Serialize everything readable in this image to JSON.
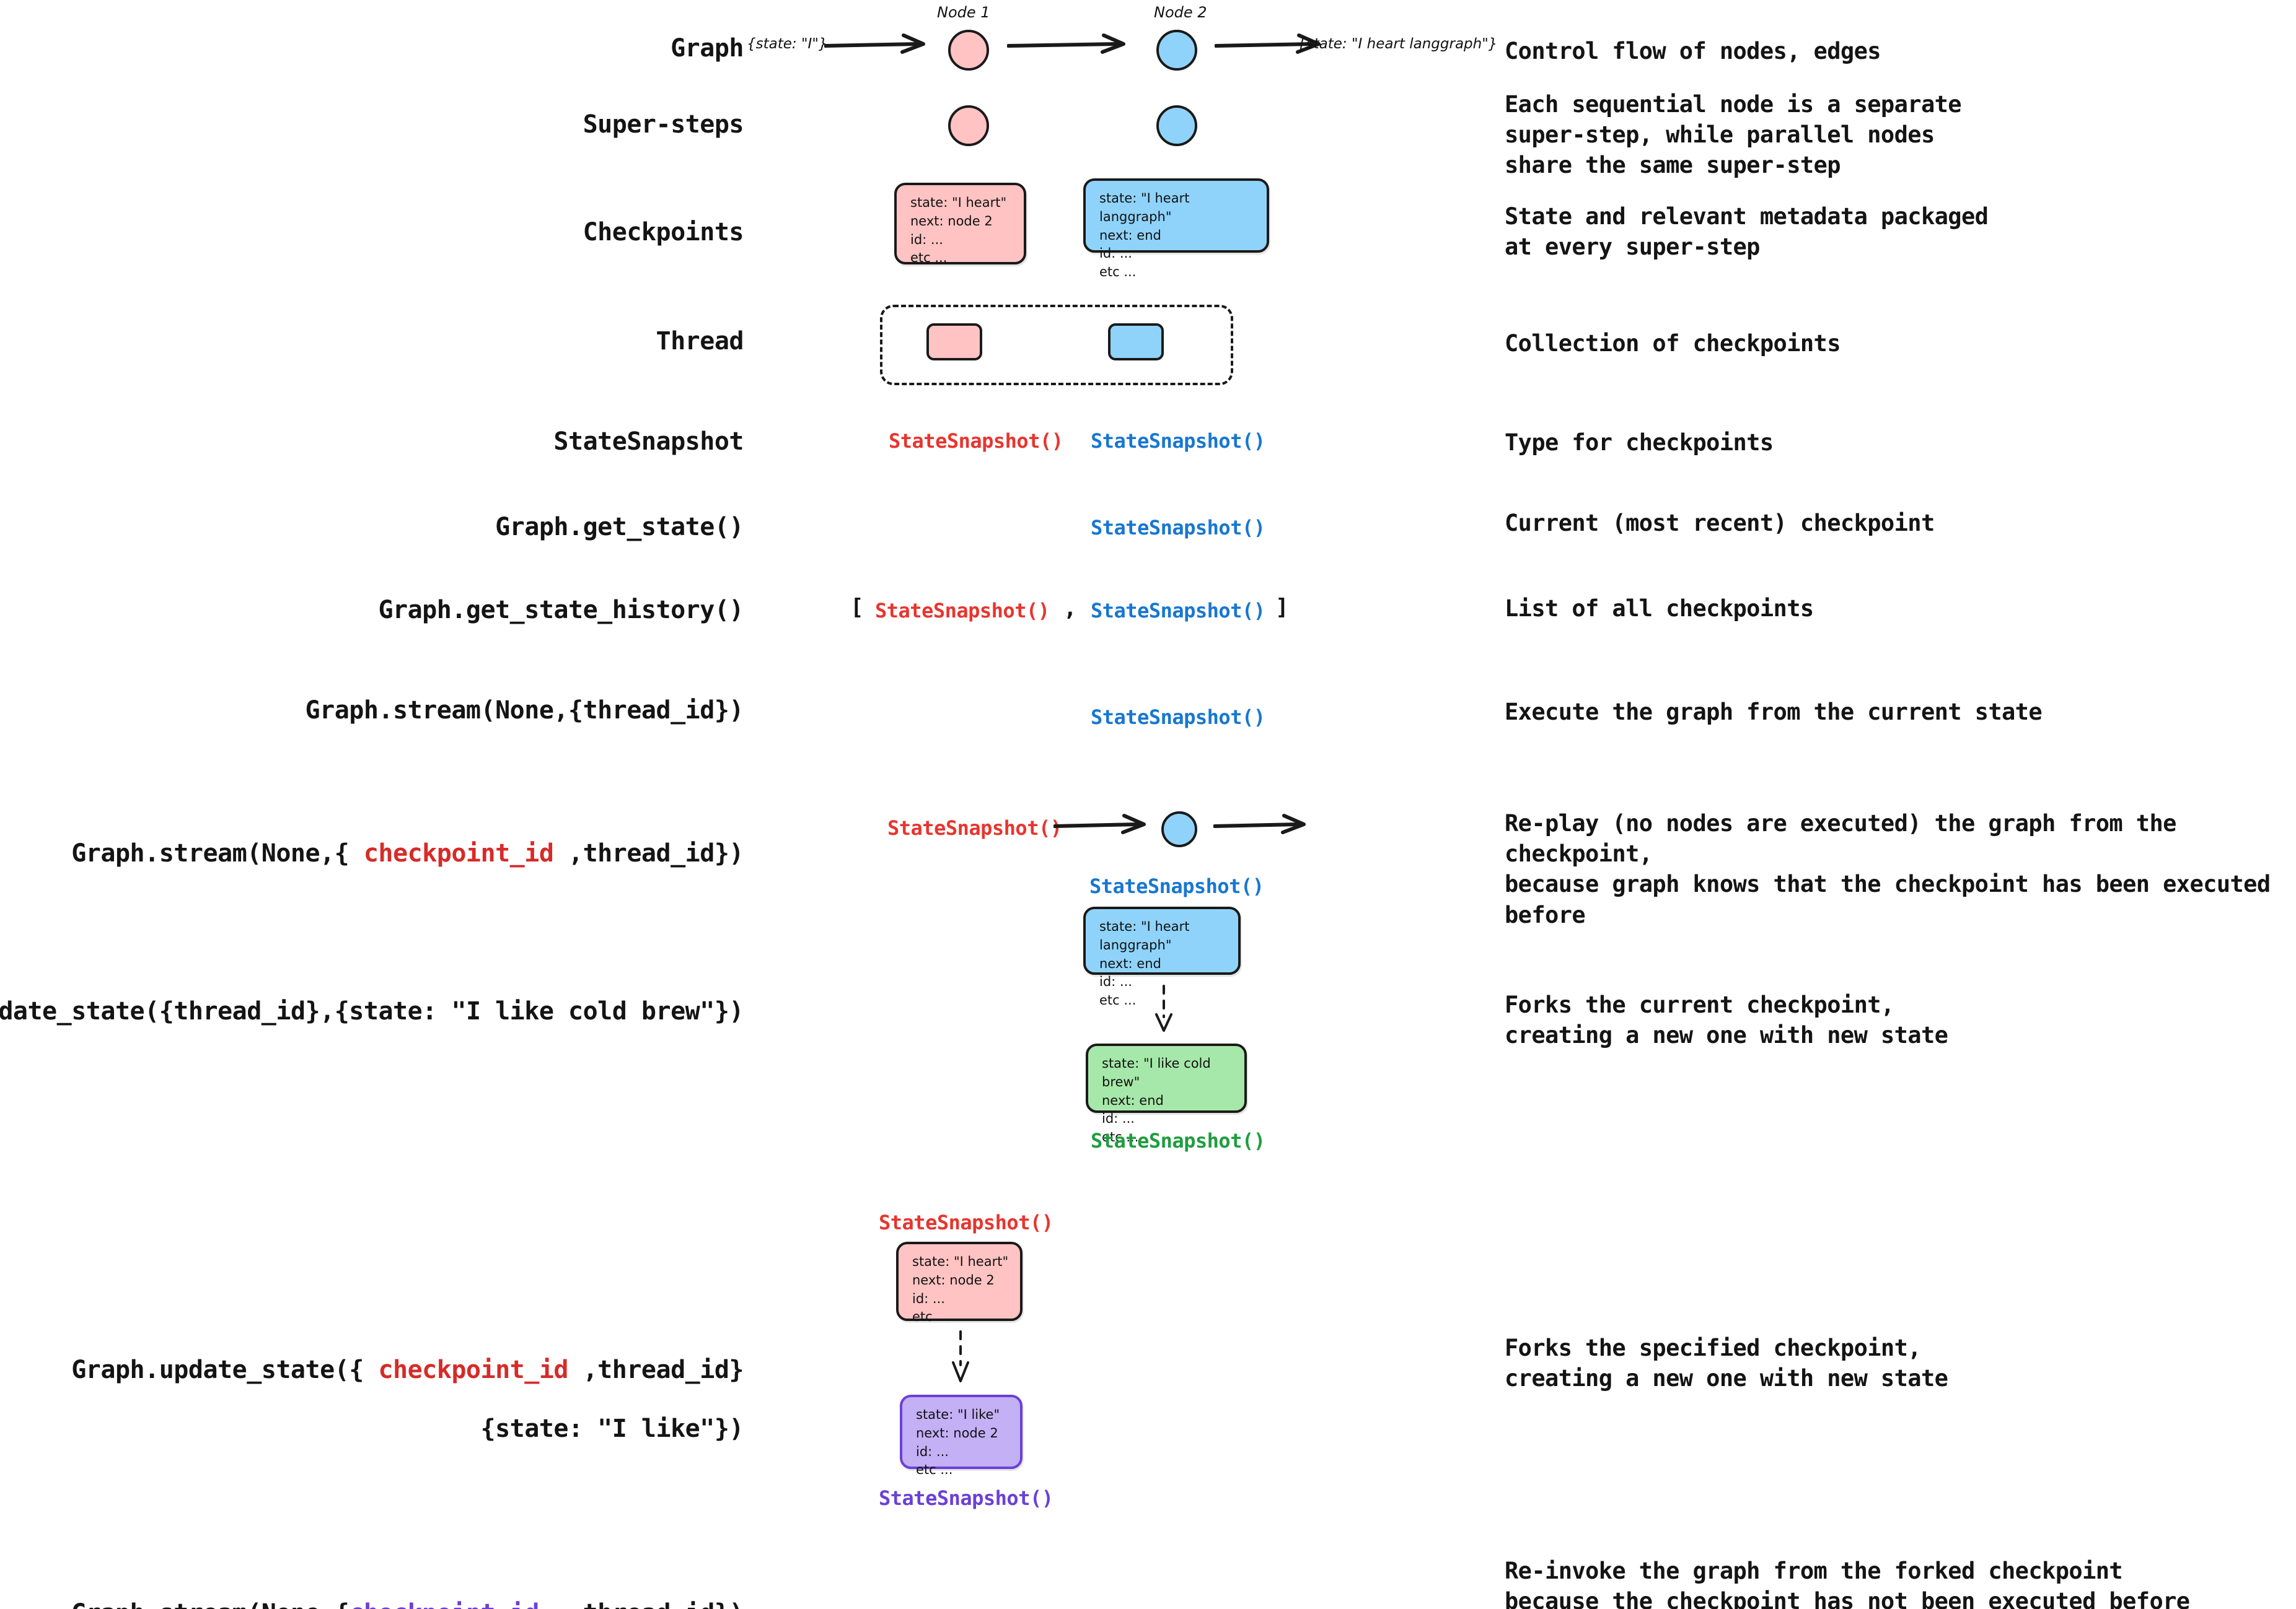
{
  "rows": {
    "graph": {
      "label": "Graph",
      "desc": "Control flow of nodes, edges",
      "input_state": "{state: \"I\"}",
      "output_state": "{state: \"I heart langgraph\"}",
      "node1_title": "Node 1",
      "node2_title": "Node 2"
    },
    "super_steps": {
      "label": "Super-steps",
      "desc": "Each sequential node is a separate\nsuper-step, while parallel nodes\nshare the same super-step"
    },
    "checkpoints": {
      "label": "Checkpoints",
      "desc": "State and relevant metadata packaged\nat every super-step",
      "card1": "state: \"I heart\"\nnext: node 2\nid: ...\netc ...",
      "card2": "state: \"I heart langgraph\"\nnext: end\nid: ...\netc ..."
    },
    "thread": {
      "label": "Thread",
      "desc": "Collection of checkpoints"
    },
    "state_snapshot": {
      "label": "StateSnapshot",
      "desc": "Type for checkpoints",
      "token_red": "StateSnapshot()",
      "token_blue": "StateSnapshot()"
    },
    "get_state": {
      "label": "Graph.get_state()",
      "desc": "Current (most recent) checkpoint",
      "token_blue": "StateSnapshot()"
    },
    "get_state_history": {
      "label": "Graph.get_state_history()",
      "desc": "List of all checkpoints",
      "bracket_open": "[",
      "token_red": "StateSnapshot()",
      "comma": ",",
      "token_blue": "StateSnapshot()",
      "bracket_close": "]"
    },
    "stream_thread": {
      "label": "Graph.stream(None,{thread_id})",
      "desc": "Execute the graph from the current state",
      "token_blue": "StateSnapshot()"
    },
    "stream_checkpoint": {
      "label_pre": "Graph.stream(None,{ ",
      "label_kw": "checkpoint_id",
      "label_post": " ,thread_id})",
      "desc": "Re-play (no nodes are executed) the graph from the checkpoint,\nbecause graph knows that the checkpoint has been executed before",
      "token_red": "StateSnapshot()"
    },
    "update_state_thread": {
      "label": "Graph.update_state({thread_id},{state: \"I like cold brew\"})",
      "desc": "Forks the current checkpoint,\ncreating a new one with new state",
      "token_blue": "StateSnapshot()",
      "card_blue": "state: \"I heart langgraph\"\nnext: end\nid: ...\netc ...",
      "card_green": "state: \"I like cold brew\"\nnext: end\nid: ...\netc ...",
      "token_green": "StateSnapshot()"
    },
    "update_state_checkpoint": {
      "label_pre": "Graph.update_state({ ",
      "label_kw": "checkpoint_id",
      "label_post": " ,thread_id}",
      "label_line2": "{state: \"I like\"})",
      "desc": "Forks the specified checkpoint,\ncreating a new one with new state",
      "token_red": "StateSnapshot()",
      "card_pink": "state: \"I heart\"\nnext: node 2\nid: ...\netc ...",
      "card_purple": "state: \"I like\"\nnext: node 2\nid: ...\netc ...",
      "token_purple": "StateSnapshot()"
    },
    "stream_forked": {
      "label_pre": "Graph.stream(None,{",
      "label_kw": "checkpoint_id",
      "label_post": "  ,thread_id})",
      "desc": "Re-invoke the graph from the forked checkpoint\nbecause the checkpoint has not been executed before"
    }
  },
  "colors": {
    "pink": "#ffc3c3",
    "blue": "#8fd3fa",
    "green": "#a6e8a9",
    "purple": "#c3b0f5",
    "snapshot_red": "#e8352e",
    "snapshot_blue": "#1877d2",
    "snapshot_green": "#1f9d3f",
    "snapshot_purple": "#6b40d8",
    "ink": "#1a1a1a"
  }
}
